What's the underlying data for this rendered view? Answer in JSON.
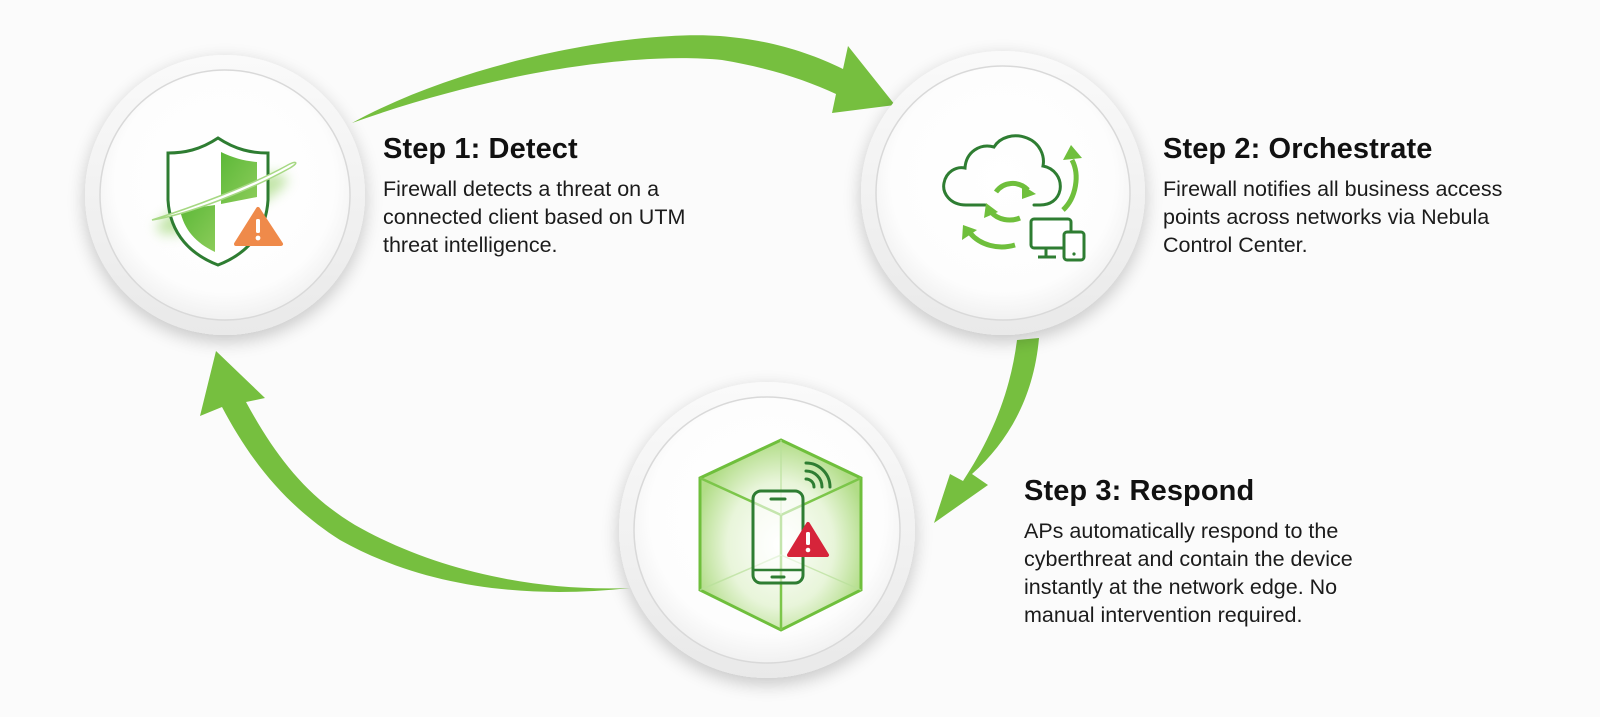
{
  "diagram": {
    "type": "cycle",
    "flow": [
      "step1",
      "step2",
      "step3",
      "step1"
    ],
    "colors": {
      "arrow_green": "#76bf3f",
      "icon_dark_green": "#2e7d32",
      "icon_light_green": "#6fbf3c",
      "warning_orange": "#ef8a4a",
      "warning_red": "#d6243a",
      "text": "#111111",
      "background": "#fbfbfb"
    }
  },
  "steps": [
    {
      "id": "step1",
      "title": "Step 1: Detect",
      "description": "Firewall detects a threat on a connected client based on UTM threat intelligence.",
      "icon": "shield-warning-icon"
    },
    {
      "id": "step2",
      "title": "Step 2: Orchestrate",
      "description": "Firewall notifies all business access points across networks via Nebula Control Center.",
      "icon": "cloud-sync-devices-icon"
    },
    {
      "id": "step3",
      "title": "Step 3: Respond",
      "description": "APs automatically respond to the cyberthreat and contain the device instantly at the network edge. No manual intervention required.",
      "icon": "contained-phone-alert-icon"
    }
  ]
}
